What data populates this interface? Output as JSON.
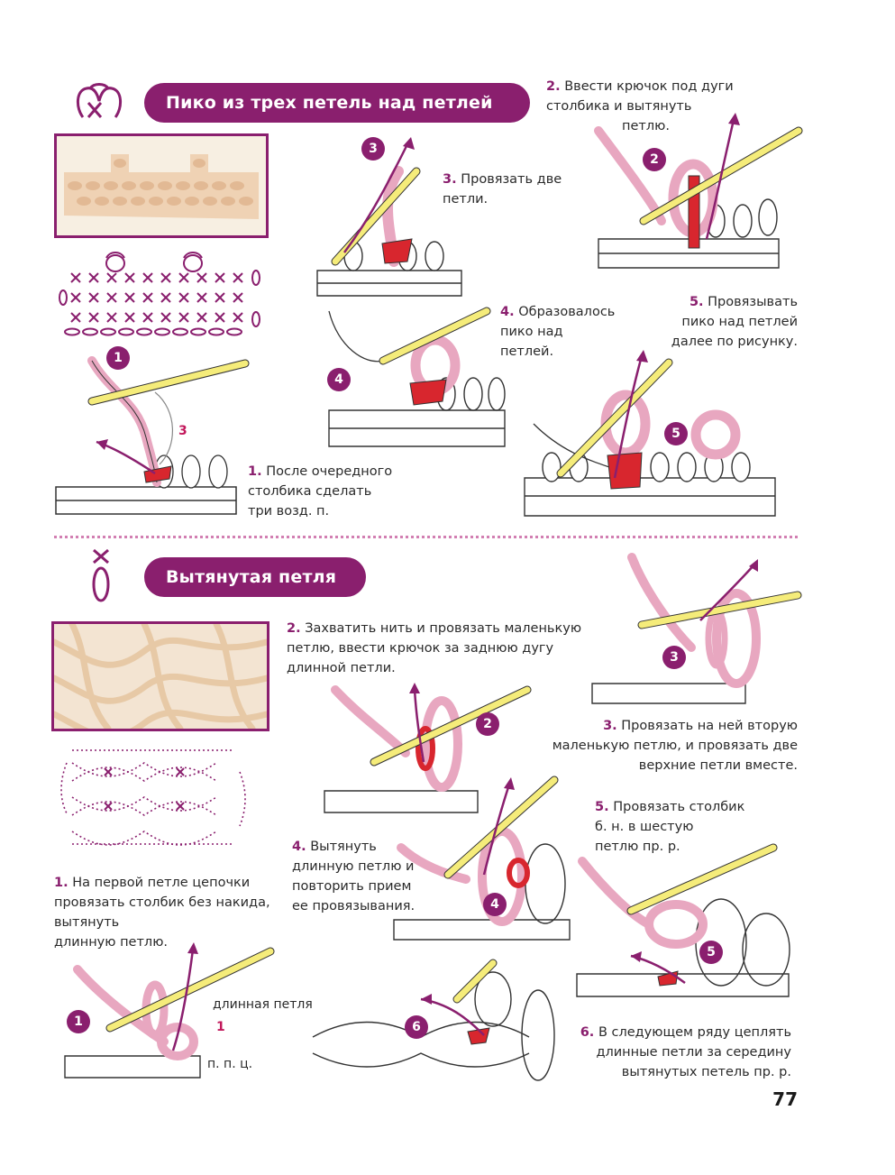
{
  "section1": {
    "title": "Пико из трех петель над петлей",
    "steps": [
      {
        "n": "1.",
        "text_lines": [
          "После очередного",
          "столбика сделать",
          "три возд. п."
        ]
      },
      {
        "n": "2.",
        "text_lines": [
          "Ввести крючок под дуги",
          "столбика и вытянуть",
          "петлю."
        ]
      },
      {
        "n": "3.",
        "text_lines": [
          "Провязать две",
          "петли."
        ]
      },
      {
        "n": "4.",
        "text_lines": [
          "Образовалось",
          "пико над",
          "петлей."
        ]
      },
      {
        "n": "5.",
        "text_lines": [
          "Провязывать",
          "пико над петлей",
          "далее по рисунку."
        ]
      }
    ],
    "badges": [
      "1",
      "2",
      "3",
      "4",
      "5"
    ],
    "count_label": "3"
  },
  "section2": {
    "title": "Вытянутая петля",
    "steps": [
      {
        "n": "1.",
        "text_lines": [
          "На первой петле цепочки",
          "провязать столбик без накида,",
          "вытянуть",
          "длинную петлю."
        ]
      },
      {
        "n": "2.",
        "text_lines": [
          "Захватить нить и провязать маленькую",
          "петлю, ввести крючок за заднюю дугу",
          "длинной петли."
        ]
      },
      {
        "n": "3.",
        "text_lines": [
          "Провязать на ней вторую",
          "маленькую петлю, и провязать две",
          "верхние петли вместе."
        ]
      },
      {
        "n": "4.",
        "text_lines": [
          "Вытянуть",
          "длинную петлю и",
          "повторить прием",
          "ее провязывания."
        ]
      },
      {
        "n": "5.",
        "text_lines": [
          "Провязать столбик",
          "б. н. в шестую",
          "петлю пр. р."
        ]
      },
      {
        "n": "6.",
        "text_lines": [
          "В следующем ряду цеплять",
          "длинные петли за середину",
          "вытянутых петель пр. р."
        ]
      }
    ],
    "badges": [
      "1",
      "2",
      "3",
      "4",
      "5",
      "6"
    ],
    "labels": {
      "long_loop": "длинная петля",
      "marker": "1",
      "ppc": "п. п. ц."
    }
  },
  "page_number": "77",
  "colors": {
    "accent": "#8a1f6e",
    "yarn": "#e8a7c0",
    "hook": "#f5ec7a",
    "red": "#d8262e"
  }
}
